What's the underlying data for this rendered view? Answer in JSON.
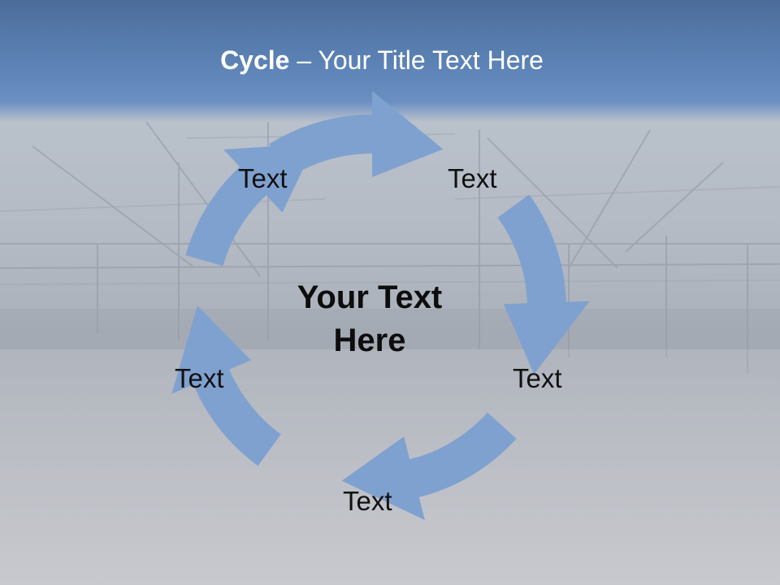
{
  "slide": {
    "title_bold": "Cycle",
    "title_rest": " – Your Title Text Here"
  },
  "cycle": {
    "center_text": "Your Text Here",
    "labels": [
      "Text",
      "Text",
      "Text",
      "Text",
      "Text"
    ],
    "arrow_color": "#7fa1cf"
  },
  "colors": {
    "title_band": "#5a80b3",
    "background": "#b4bac3"
  }
}
